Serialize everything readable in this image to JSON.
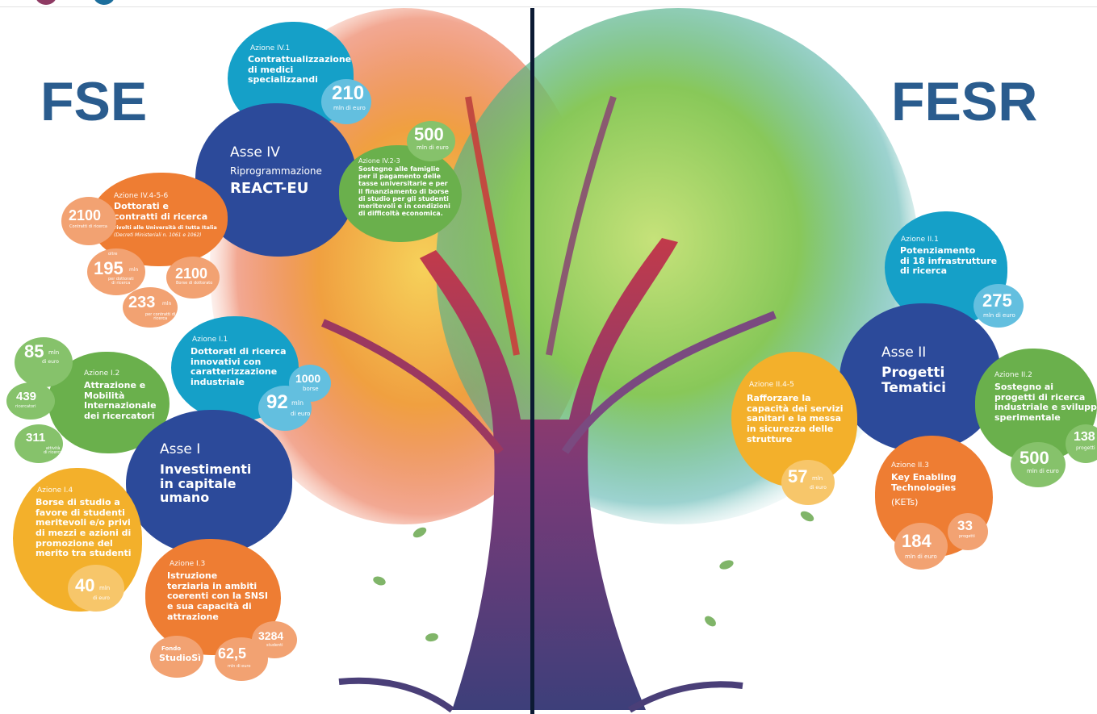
{
  "headers": {
    "left": "FSE",
    "right": "FESR"
  },
  "colors": {
    "navy": "#2c4a9a",
    "teal": "#15a0c8",
    "green": "#6ab04c",
    "orange": "#ee7d33",
    "yellow": "#f3b02b",
    "title_blue": "#2a5c8e"
  },
  "left": {
    "a41": {
      "label": "Azione IV.1",
      "title": "Contrattualizzazione\ndi medici\nspecializzandi",
      "value": "210",
      "unit": "mln di euro"
    },
    "asse4": {
      "label": "Asse IV",
      "sub": "Riprogrammazione",
      "title": "REACT-EU"
    },
    "a423": {
      "label": "Azione IV.2-3",
      "title": "Sostegno alle famiglie\nper il pagamento delle\ntasse universitarie e per\nil finanziamento di borse\ndi studio per gli studenti\nmeritevoli e in condizioni\ndi difficoltà economica.",
      "value": "500",
      "unit": "mln di euro"
    },
    "a456": {
      "label": "Azione IV.4-5-6",
      "title": "Dottorati e\ncontratti di ricerca",
      "sub": "rivolti alle Università di tutta Italia",
      "note": "(Decreti Ministeriali n. 1061 e 1062)"
    },
    "b2100a": {
      "value": "2100",
      "unit": "Contratti di ricerca"
    },
    "b195": {
      "pre": "oltre",
      "value": "195",
      "suffix": "mln",
      "unit": "per dottorati\ndi ricerca"
    },
    "b2100b": {
      "value": "2100",
      "unit": "Borse di dottorato"
    },
    "b233": {
      "value": "233",
      "suffix": "mln",
      "unit": "per contratti di\nricerca"
    },
    "a11": {
      "label": "Azione I.1",
      "title": "Dottorati di ricerca\ninnovativi con\ncaratterizzazione\nindustriale"
    },
    "b1000": {
      "value": "1000",
      "unit": "borse"
    },
    "b92": {
      "value": "92",
      "suffix": "mln",
      "unit": "di euro"
    },
    "b85": {
      "value": "85",
      "suffix": "mln",
      "unit": "di euro"
    },
    "a12": {
      "label": "Azione I.2",
      "title": "Attrazione e\nMobilità\nInternazionale\ndei ricercatori"
    },
    "b439": {
      "value": "439",
      "unit": "ricercatori"
    },
    "b311": {
      "value": "311",
      "unit": "attività\ndi ricerca"
    },
    "asse1": {
      "label": "Asse I",
      "title": "Investimenti\nin capitale\numano"
    },
    "a14": {
      "label": "Azione I.4",
      "title": "Borse di studio a\nfavore di studenti\nmeritevoli e/o privi\ndi mezzi e azioni di\npromozione del\nmerito tra studenti",
      "value": "40",
      "suffix": "mln",
      "unit": "di euro"
    },
    "a13": {
      "label": "Azione I.3",
      "title": "Istruzione\nterziaria in ambiti\ncoerenti con la SNSI\ne sua capacità di\nattrazione"
    },
    "b3284": {
      "value": "3284",
      "unit": "studenti"
    },
    "bfondo": {
      "pre": "Fondo",
      "title": "StudioSì"
    },
    "b625": {
      "value": "62,5",
      "unit": "mln di euro"
    }
  },
  "right": {
    "a21": {
      "label": "Azione II.1",
      "title": "Potenziamento\ndi 18 infrastrutture\ndi ricerca",
      "value": "275",
      "unit": "mln di euro"
    },
    "asse2": {
      "label": "Asse II",
      "title": "Progetti\nTematici"
    },
    "a22": {
      "label": "Azione II.2",
      "title": "Sostegno ai\nprogetti di ricerca\nindustriale e sviluppo\nsperimentale",
      "value": "500",
      "unit": "mln di euro"
    },
    "b138": {
      "value": "138",
      "unit": "progetti"
    },
    "a245": {
      "label": "Azione II.4-5",
      "title": "Rafforzare la\ncapacità dei servizi\nsanitari e la messa\nin sicurezza delle\nstrutture",
      "value": "57",
      "suffix": "mln",
      "unit": "di euro"
    },
    "a23": {
      "label": "Azione II.3",
      "title": "Key Enabling\nTechnologies",
      "sub": "(KETs)"
    },
    "b33": {
      "value": "33",
      "unit": "progetti"
    },
    "b184": {
      "value": "184",
      "unit": "mln di euro"
    }
  }
}
